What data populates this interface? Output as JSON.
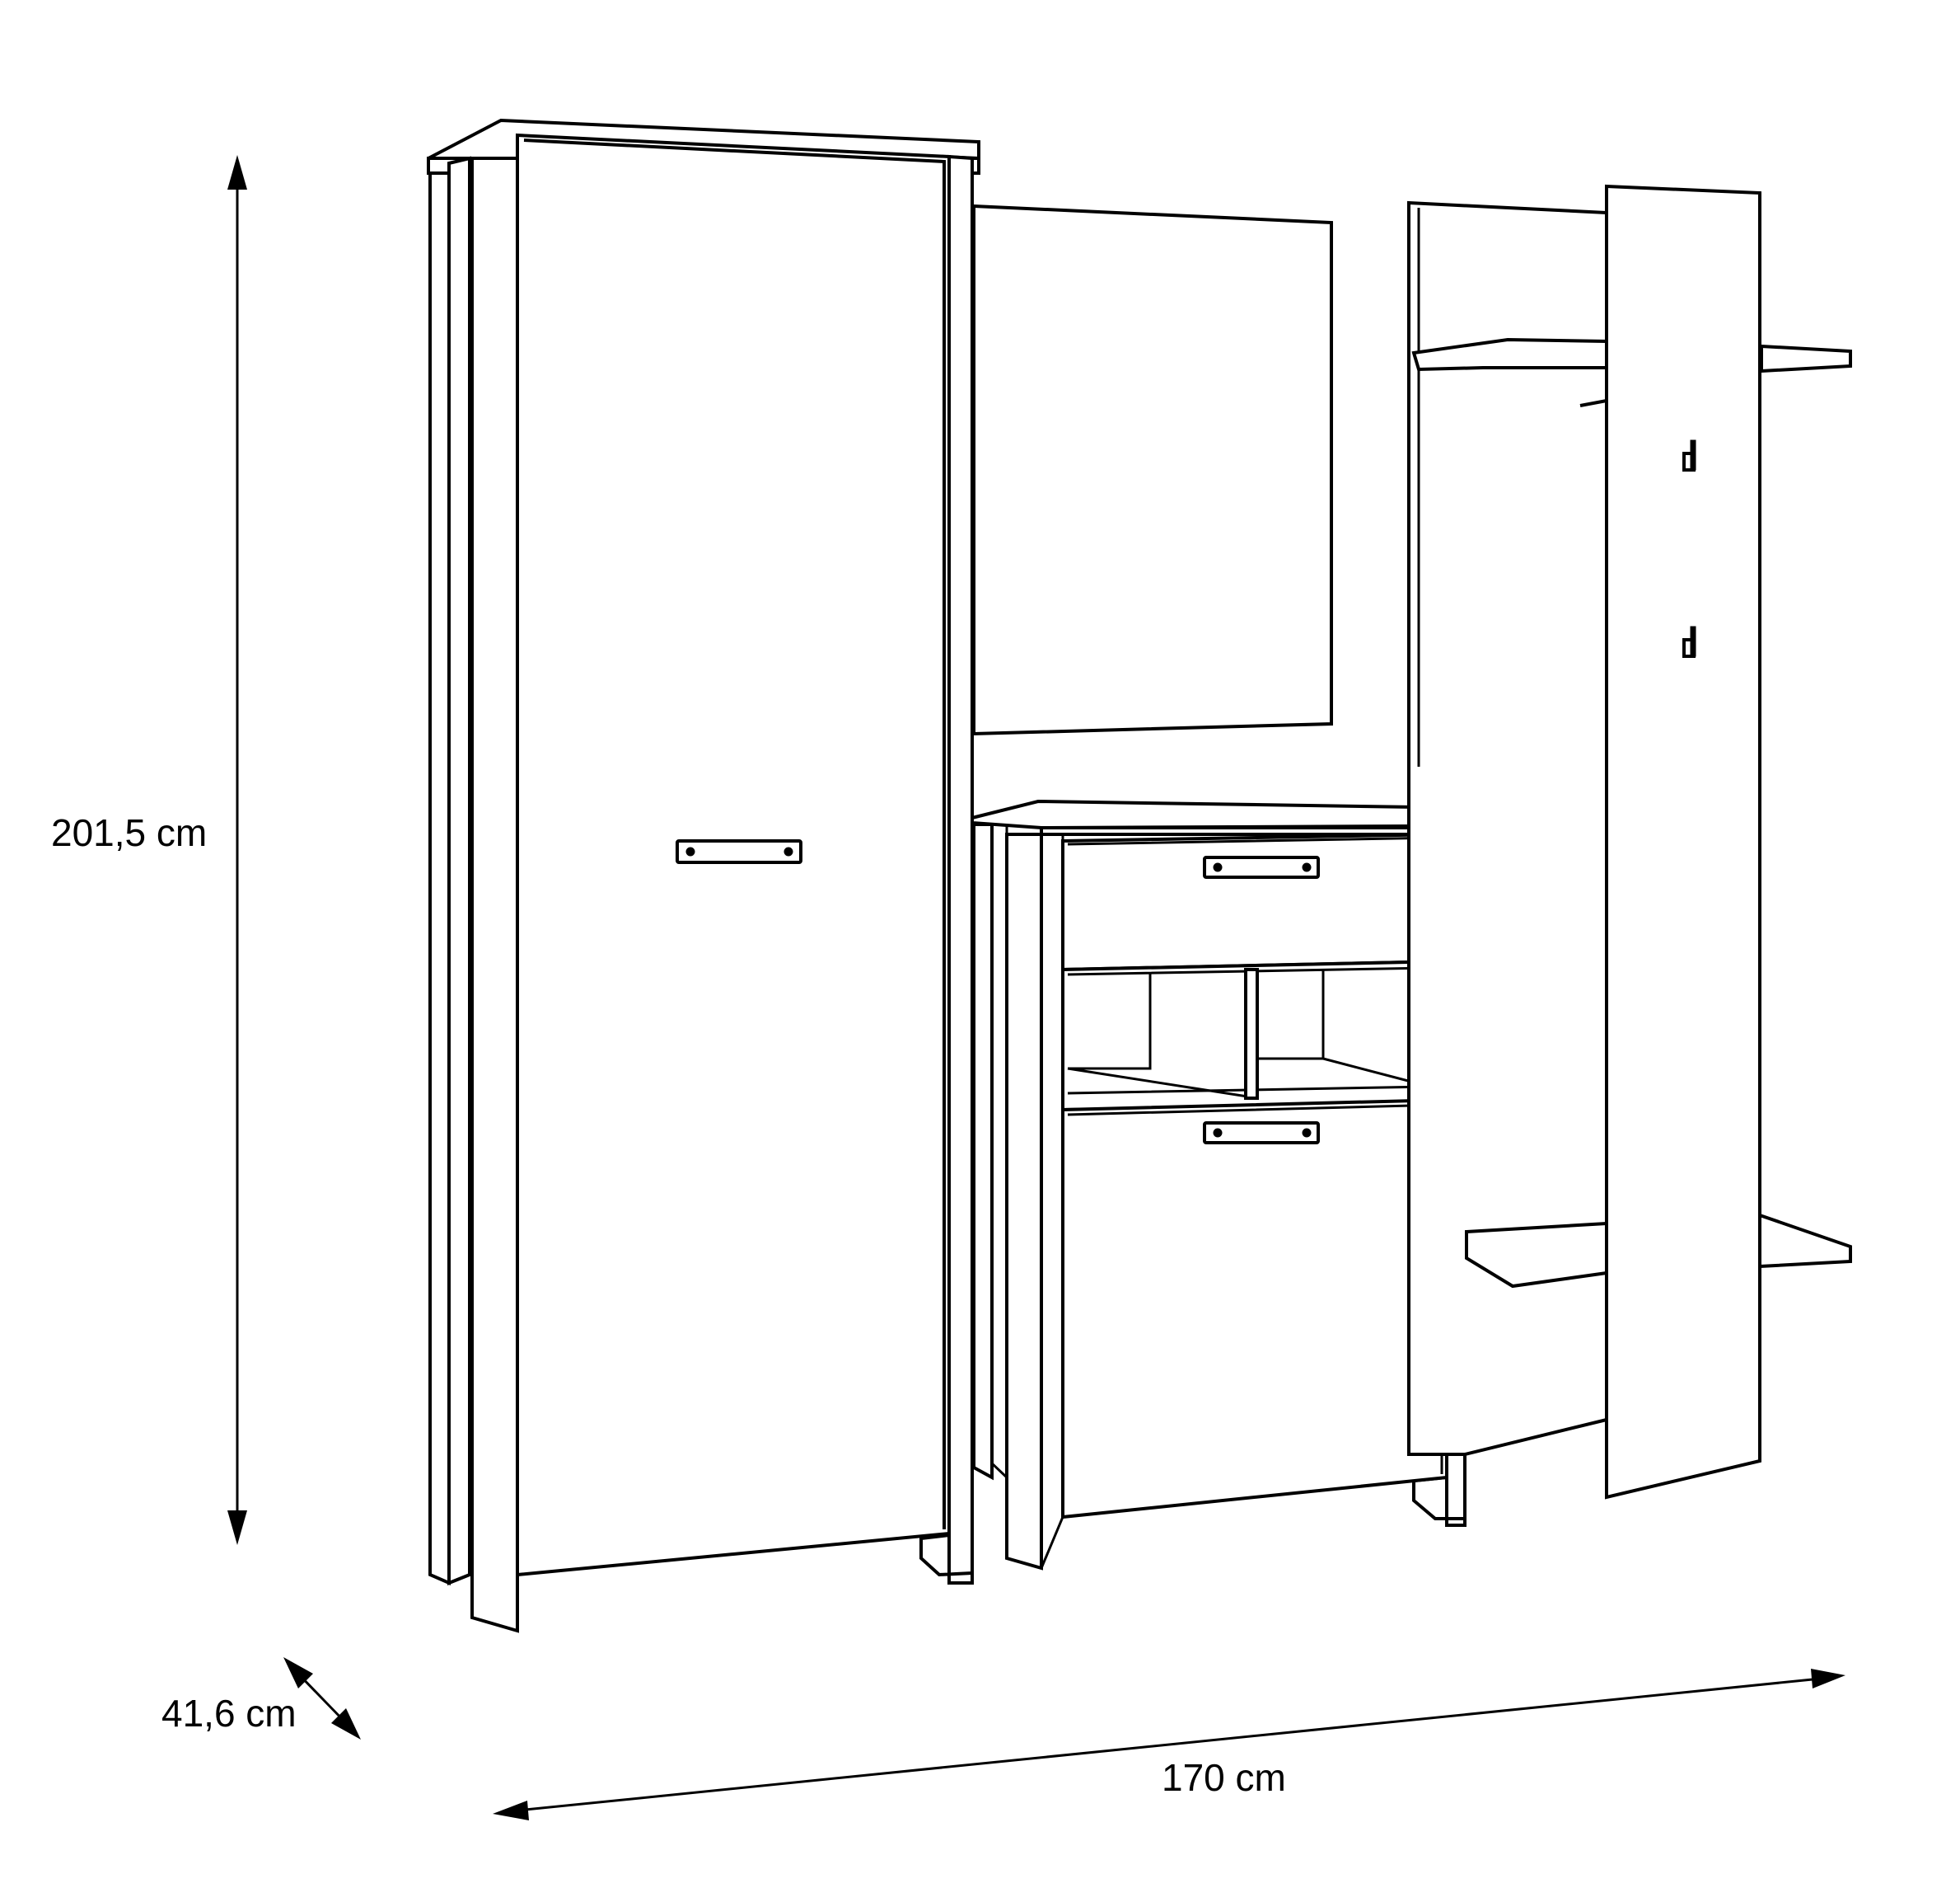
{
  "dimensions": {
    "height_label": "201,5 cm",
    "depth_label": "41,6 cm",
    "width_label": "170 cm"
  },
  "colors": {
    "line": "#000000",
    "background": "#ffffff"
  }
}
